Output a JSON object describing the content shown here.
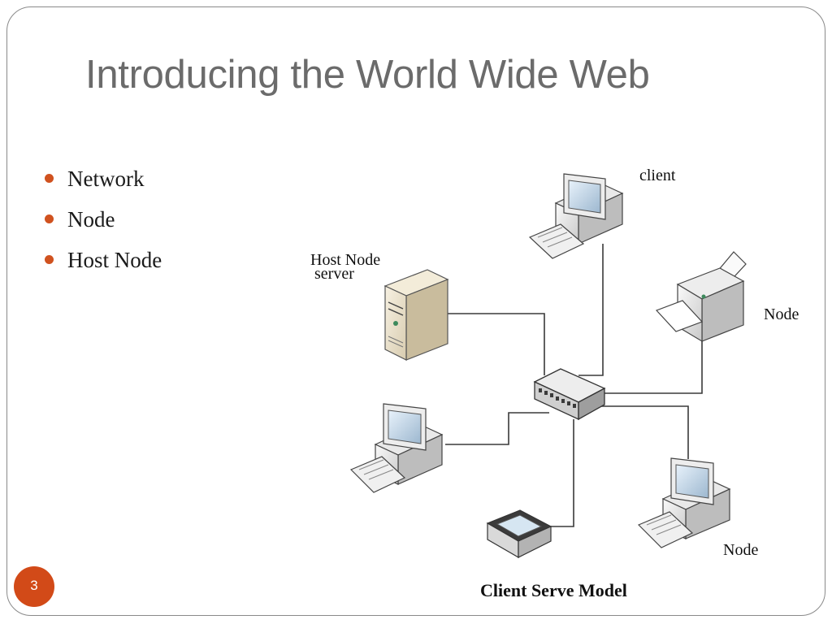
{
  "slide": {
    "title": "Introducing the World Wide Web",
    "page_number": "3",
    "accent_color": "#d24a18",
    "title_color": "#6b6b6b"
  },
  "bullets": [
    {
      "text": "Network",
      "icon": "bullet-dot-icon"
    },
    {
      "text": "Node",
      "icon": "bullet-dot-icon"
    },
    {
      "text": "Host Node",
      "icon": "bullet-dot-icon"
    }
  ],
  "diagram": {
    "labels": {
      "client": "client",
      "host_node_line1": "Host Node",
      "host_node_line2": "server",
      "node_printer": "Node",
      "node_bottom": "Node"
    },
    "caption": "Client Serve Model",
    "devices": [
      {
        "name": "server-icon"
      },
      {
        "name": "client-computer-icon"
      },
      {
        "name": "printer-icon"
      },
      {
        "name": "network-hub-icon"
      },
      {
        "name": "computer-icon"
      },
      {
        "name": "scanner-icon"
      },
      {
        "name": "computer-icon"
      }
    ]
  }
}
